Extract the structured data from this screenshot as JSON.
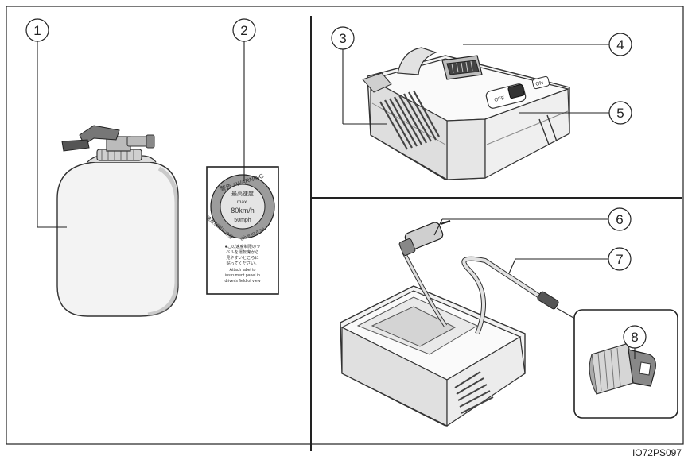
{
  "figure_code": "IO72PS097",
  "callouts": [
    "1",
    "2",
    "3",
    "4",
    "5",
    "6",
    "7",
    "8"
  ],
  "warning_label": {
    "title": "警告 / WARNING",
    "subtitle": "最高速度",
    "max_label": "max.",
    "speed_kmh": "80km/h",
    "speed_mph": "50mph",
    "ring_jp": "速度制限に注意",
    "ring_en": "drive to a sa",
    "note_jp_1": "●この速度制限のラ",
    "note_jp_2": "ベルを運転席から",
    "note_jp_3": "見やすいところに",
    "note_jp_4": "貼ってください。",
    "note_en_1": "Attach label to",
    "note_en_2": "instrument panel in",
    "note_en_3": "driver's field of view"
  },
  "compressor_buttons": {
    "off": "OFF",
    "on": "ON"
  }
}
